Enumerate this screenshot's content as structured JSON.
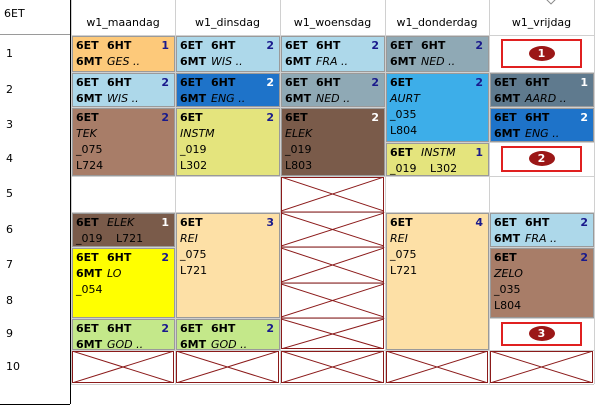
{
  "class_label": "6ET",
  "days": [
    "w1_maandag",
    "w1_dinsdag",
    "w1_woensdag",
    "w1_donderdag",
    "w1_vrijdag"
  ],
  "periods": [
    "1",
    "2",
    "3",
    "4",
    "5",
    "6",
    "7",
    "8",
    "9",
    "10"
  ],
  "colors": {
    "orange": "#fdc97a",
    "lightblue": "#add8ea",
    "steelblue": "#8fa9b5",
    "blue": "#1e73c9",
    "skyblue": "#3daee9",
    "grayblue": "#5f7a8e",
    "brown": "#a87d68",
    "darkbrown": "#7a5b4a",
    "lightyellow": "#e4e47d",
    "peach": "#fde0a6",
    "yellow": "#ffff00",
    "lightgreen": "#c4e88a",
    "highlight_red": "#e02020"
  },
  "lessons": [
    {
      "day": "w1_maandag",
      "period": "1",
      "lines": [
        "6ET",
        "6HT",
        "6MT",
        "GES .."
      ],
      "badge": "1",
      "color": "orange"
    },
    {
      "day": "w1_maandag",
      "period": "2",
      "lines": [
        "6ET",
        "6HT",
        "6MT",
        "WIS .."
      ],
      "badge": "2",
      "color": "lightblue"
    },
    {
      "day": "w1_maandag",
      "period": "3-4",
      "lines": [
        "6ET",
        "TEK",
        "_075",
        "L724"
      ],
      "badge": "2",
      "color": "brown"
    },
    {
      "day": "w1_maandag",
      "period": "6",
      "lines": [
        "6ET",
        "ELEK",
        "_019",
        "L721"
      ],
      "badge": "1",
      "color": "darkbrown"
    },
    {
      "day": "w1_maandag",
      "period": "7-8",
      "lines": [
        "6ET",
        "6HT",
        "6MT",
        "LO",
        "_054"
      ],
      "badge": "2",
      "color": "yellow"
    },
    {
      "day": "w1_maandag",
      "period": "9",
      "lines": [
        "6ET",
        "6HT",
        "6MT",
        "GOD .."
      ],
      "badge": "2",
      "color": "lightgreen"
    },
    {
      "day": "w1_dinsdag",
      "period": "1",
      "lines": [
        "6ET",
        "6HT",
        "6MT",
        "WIS .."
      ],
      "badge": "2",
      "color": "lightblue"
    },
    {
      "day": "w1_dinsdag",
      "period": "2",
      "lines": [
        "6ET",
        "6HT",
        "6MT",
        "ENG .."
      ],
      "badge": "2",
      "color": "blue"
    },
    {
      "day": "w1_dinsdag",
      "period": "3-4",
      "lines": [
        "6ET",
        "INSTM",
        "_019",
        "L302"
      ],
      "badge": "2",
      "color": "lightyellow"
    },
    {
      "day": "w1_dinsdag",
      "period": "6-8",
      "lines": [
        "6ET",
        "REI",
        "_075",
        "L721"
      ],
      "badge": "3",
      "color": "peach"
    },
    {
      "day": "w1_dinsdag",
      "period": "9",
      "lines": [
        "6ET",
        "6HT",
        "6MT",
        "GOD .."
      ],
      "badge": "2",
      "color": "lightgreen"
    },
    {
      "day": "w1_woensdag",
      "period": "1",
      "lines": [
        "6ET",
        "6HT",
        "6MT",
        "FRA .."
      ],
      "badge": "2",
      "color": "lightblue"
    },
    {
      "day": "w1_woensdag",
      "period": "2",
      "lines": [
        "6ET",
        "6HT",
        "6MT",
        "NED .."
      ],
      "badge": "2",
      "color": "steelblue"
    },
    {
      "day": "w1_woensdag",
      "period": "3-4",
      "lines": [
        "6ET",
        "ELEK",
        "_019",
        "L803"
      ],
      "badge": "2",
      "color": "darkbrown"
    },
    {
      "day": "w1_donderdag",
      "period": "1",
      "lines": [
        "6ET",
        "6HT",
        "6MT",
        "NED .."
      ],
      "badge": "2",
      "color": "steelblue"
    },
    {
      "day": "w1_donderdag",
      "period": "2-3",
      "lines": [
        "6ET",
        "AURT",
        "_035",
        "L804"
      ],
      "badge": "2",
      "color": "skyblue"
    },
    {
      "day": "w1_donderdag",
      "period": "4",
      "lines": [
        "6ET",
        "INSTM",
        "_019",
        "L302"
      ],
      "badge": "1",
      "color": "lightyellow"
    },
    {
      "day": "w1_donderdag",
      "period": "6-9",
      "lines": [
        "6ET",
        "REI",
        "_075",
        "L721"
      ],
      "badge": "4",
      "color": "peach"
    },
    {
      "day": "w1_vrijdag",
      "period": "2",
      "lines": [
        "6ET",
        "6HT",
        "6MT",
        "AARD .."
      ],
      "badge": "1",
      "color": "grayblue"
    },
    {
      "day": "w1_vrijdag",
      "period": "3",
      "lines": [
        "6ET",
        "6HT",
        "6MT",
        "ENG .."
      ],
      "badge": "2",
      "color": "blue"
    },
    {
      "day": "w1_vrijdag",
      "period": "6",
      "lines": [
        "6ET",
        "6HT",
        "6MT",
        "FRA .."
      ],
      "badge": "2",
      "color": "lightblue"
    },
    {
      "day": "w1_vrijdag",
      "period": "7-8",
      "lines": [
        "6ET",
        "ZELO",
        "_035",
        "L804"
      ],
      "badge": "2",
      "color": "brown"
    }
  ],
  "markers": [
    {
      "day": "w1_vrijdag",
      "period": "1",
      "label": "1"
    },
    {
      "day": "w1_vrijdag",
      "period": "4",
      "label": "2"
    },
    {
      "day": "w1_vrijdag",
      "period": "9",
      "label": "3"
    }
  ],
  "blocked": [
    {
      "day": "w1_woensdag",
      "period": "5-9"
    },
    {
      "day": "w1_maandag",
      "period": "10"
    },
    {
      "day": "w1_dinsdag",
      "period": "10"
    },
    {
      "day": "w1_woensdag",
      "period": "10"
    },
    {
      "day": "w1_donderdag",
      "period": "10"
    },
    {
      "day": "w1_vrijdag",
      "period": "10"
    }
  ]
}
